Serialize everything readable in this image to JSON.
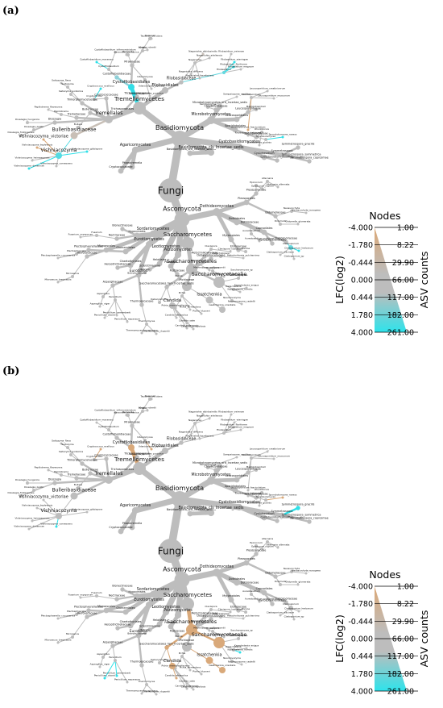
{
  "figure": {
    "panels": [
      {
        "label": "(a)",
        "highlight": {
          "Cystofilobasidiales": "#33dde6",
          "Cystofilobasidium_macerans": "#2fe0e8",
          "Cystofilobasidiaceae": "#8fd0d8",
          "Cryptococcus_aff_ecellicus": "#2fe0e8",
          "Naganishia_albidosimilis": "#c8c0b8",
          "Filobasidium_floriforme": "#2fe0e8",
          "Filobasidium_wieringae": "#2fe0e8",
          "Filobasidium": "#66d8df",
          "Leucosporidium_fasciculatum": "#d9a97a",
          "Sporobolomyces_roseus": "#2fe0e8",
          "Vishniacozyma_victoriae": "#d9a97a",
          "Vishniacozyma_globispora": "#2fe0e8",
          "Vishniacozyma_tephrensis": "#d9a97a",
          "Vishniacozyma": "#55dbe2",
          "Bulleribasidiaceae": "#c8bfb6",
          "Vishniacozyma_dimennae": "#2fe0e8",
          "Cladosporium_herbarum": "#2fe0e8",
          "Cladosporium": "#66d8df"
        }
      },
      {
        "label": "(b)",
        "highlight": {
          "Cystofilobasidiales": "#d9a97a",
          "Udeniomyces_pyricola": "#d9a97a",
          "Cryptococcus_aff_ecellicus": "#d9a97a",
          "Sporobolomyces_roseus": "#d9a97a",
          "Symmetrospora_gracilis": "#2fe0e8",
          "Vishniacozyma_carnescens": "#2fe0e8",
          "Saccharomycetaceae": "#d9a97a",
          "Saccharomycetales_fam_Incertae_sedis": "#d9a97a",
          "Saccharomycetales": "#d9a97a",
          "Candida": "#d9a97a",
          "Candida_ethanolica": "#d9a97a",
          "Issatchenkia": "#d9a97a",
          "Issatchenkia_orientalis": "#d9a97a",
          "Kazachstania_humilis": "#2fe0e8",
          "Penicillium_olsonii": "#2fe0e8",
          "Penicillium_camemberti": "#2fe0e8"
        }
      }
    ],
    "tree": {
      "root": "Fungi",
      "edges": [
        [
          "Fungi",
          "Basidiomycota"
        ],
        [
          "Fungi",
          "Ascomycota"
        ],
        [
          "Basidiomycota",
          "Tremellomycetes"
        ],
        [
          "Basidiomycota",
          "Microbotryomycetes"
        ],
        [
          "Basidiomycota",
          "Cystobasidiomycetes"
        ],
        [
          "Basidiomycota",
          "Basidiomycota_cls_Incertae_sedis"
        ],
        [
          "Basidiomycota",
          "Agaricomycetes"
        ],
        [
          "Tremellomycetes",
          "Tremellales"
        ],
        [
          "Tremellomycetes",
          "Cystofilobasidiales"
        ],
        [
          "Tremellomycetes",
          "Filobasidiales"
        ],
        [
          "Tremellomycetes",
          "Trichosporonales"
        ],
        [
          "Tremellales",
          "Bulleribasidiaceae"
        ],
        [
          "Tremellales",
          "Cryptococcaceae"
        ],
        [
          "Tremellales",
          "Trimorphomycetaceae"
        ],
        [
          "Tremellales",
          "Tremellaceae"
        ],
        [
          "Tremellales",
          "Bulleraceae"
        ],
        [
          "Tremellales",
          "Dioszegia"
        ],
        [
          "Bulleribasidiaceae",
          "Vishniacozyma"
        ],
        [
          "Vishniacozyma",
          "Vishniacozyma_victoriae"
        ],
        [
          "Vishniacozyma",
          "Vishniacozyma_tephrensis"
        ],
        [
          "Vishniacozyma",
          "Vishniacozyma_globispora"
        ],
        [
          "Vishniacozyma",
          "Vishniacozyma_carnescens"
        ],
        [
          "Vishniacozyma",
          "Vishniacozyma_dimennae"
        ],
        [
          "Vishniacozyma",
          "Vishniacozyma_heimaeyensis"
        ],
        [
          "Dioszegia",
          "Dioszegia_fristingensis"
        ],
        [
          "Dioszegia",
          "Dioszegia_hungarica"
        ],
        [
          "Dioszegia",
          "Dioszegia_zsoltii"
        ],
        [
          "Cryptococcaceae",
          "Cryptococcus"
        ],
        [
          "Cryptococcus",
          "Cryptococcus_aff_ecellicus"
        ],
        [
          "Trimorphomycetaceae",
          "Saitozyma"
        ],
        [
          "Saitozyma",
          "Saitozyma_flava"
        ],
        [
          "Trimorphomycetaceae",
          "Saitozyma_podzolica"
        ],
        [
          "Tremellaceae",
          "Papiliotrema"
        ],
        [
          "Papiliotrema",
          "Papiliotrema_flavescens"
        ],
        [
          "Bulleraceae",
          "Bullera"
        ],
        [
          "Cystofilobasidiales",
          "Cystofilobasidiaceae"
        ],
        [
          "Cystofilobasidiales",
          "Mrakiaceae"
        ],
        [
          "Cystofilobasidiaceae",
          "Cystofilobasidium"
        ],
        [
          "Cystofilobasidium",
          "Cystofilobasidium_macerans"
        ],
        [
          "Cystofilobasidium",
          "Cystofilobasidium_infirmominiatum"
        ],
        [
          "Mrakiaceae",
          "Mrakia"
        ],
        [
          "Mrakia",
          "Mrakia_robertii"
        ],
        [
          "Mrakiaceae",
          "Tausonia"
        ],
        [
          "Tausonia",
          "Tausonia_pullulans"
        ],
        [
          "Mrakiaceae",
          "Itersonilia"
        ],
        [
          "Itersonilia",
          "Itersonilia_pannonica"
        ],
        [
          "Mrakiaceae",
          "Udeniomyces"
        ],
        [
          "Udeniomyces",
          "Udeniomyces_pyricola"
        ],
        [
          "Udeniomyces",
          "Udeniomyces_puniceus"
        ],
        [
          "Filobasidiales",
          "Filobasidiaceae"
        ],
        [
          "Filobasidiaceae",
          "Naganishia"
        ],
        [
          "Naganishia",
          "Naganishia_albidosimilis"
        ],
        [
          "Naganishia",
          "Naganishia_adeliensis"
        ],
        [
          "Naganishia",
          "Naganishia_diffluens"
        ],
        [
          "Naganishia",
          "Naganishia_liquefaciens"
        ],
        [
          "Filobasidiaceae",
          "Filobasidium"
        ],
        [
          "Filobasidium",
          "Filobasidium_oeirense"
        ],
        [
          "Filobasidium",
          "Filobasidium_wieringae"
        ],
        [
          "Filobasidium",
          "Filobasidium_magnum"
        ],
        [
          "Filobasidium",
          "Filobasidium_floriforme"
        ],
        [
          "Trichosporonales",
          "Trichosporonaceae"
        ],
        [
          "Trichosporonaceae",
          "Saitozyma_sp"
        ],
        [
          "Microbotryomycetes",
          "Leucosporidiales"
        ],
        [
          "Microbotryomycetes",
          "Sporidiobolales"
        ],
        [
          "Microbotryomycetes",
          "Microbotryomycetes_ord_Incertae_sedis"
        ],
        [
          "Leucosporidiales",
          "Leucosporidiaceae"
        ],
        [
          "Leucosporidiaceae",
          "Leucosporidium"
        ],
        [
          "Leucosporidium",
          "Leucosporidium_fasciculatum"
        ],
        [
          "Leucosporidium",
          "Leucosporidium_creatinivorum"
        ],
        [
          "Leucosporidium",
          "Leucosporidium_muscorum"
        ],
        [
          "Leucosporidiaceae",
          "Mastigobasidium"
        ],
        [
          "Sporidiobolales",
          "Sporidiobolaceae"
        ],
        [
          "Sporidiobolaceae",
          "Sporobolomyces"
        ],
        [
          "Sporobolomyces",
          "Sporobolomyces_roseus"
        ],
        [
          "Sporidiobolaceae",
          "Rhodotorula"
        ],
        [
          "Rhodotorula",
          "Rhodotorula_babjevae"
        ],
        [
          "Rhodotorula",
          "Rhodotorula_glutinis"
        ],
        [
          "Microbotryomycetes_ord_Incertae_sedis",
          "Chrysozymaceae"
        ],
        [
          "Chrysozymaceae",
          "Sampaiozyma"
        ],
        [
          "Sampaiozyma",
          "Sampaiozyma_vanillica"
        ],
        [
          "Cystobasidiomycetes",
          "Symmetrospora"
        ],
        [
          "Symmetrospora",
          "Symmetrospora_gracilis"
        ],
        [
          "Symmetrospora",
          "Symmetrospora_symmetrica"
        ],
        [
          "Symmetrospora",
          "Symmetrospora_coprosmae"
        ],
        [
          "Cystobasidiomycetes",
          "Cystobasidium"
        ],
        [
          "Cystobasidium",
          "Cystobasidium_slooffiae"
        ],
        [
          "Agaricomycetes",
          "Cryptococcus_fam"
        ],
        [
          "Agaricomycetes",
          "Phaeotremella"
        ],
        [
          "Basidiomycota_cls_Incertae_sedis",
          "Basidiomycota_ord_Incertae_sedis"
        ],
        [
          "Ascomycota",
          "Dothideomycetes"
        ],
        [
          "Ascomycota",
          "Saccharomycetes"
        ],
        [
          "Ascomycota",
          "Eurotiomycetes"
        ],
        [
          "Ascomycota",
          "Sordariomycetes"
        ],
        [
          "Ascomycota",
          "Leotiomycetes"
        ],
        [
          "Ascomycota",
          "Pezizomycetes"
        ],
        [
          "Dothideomycetes",
          "Pleosporales"
        ],
        [
          "Dothideomycetes",
          "Capnodiales"
        ],
        [
          "Dothideomycetes",
          "Dothideales"
        ],
        [
          "Dothideomycetes",
          "Myriangiales"
        ],
        [
          "Pleosporales",
          "Didymellaceae"
        ],
        [
          "Pleosporales",
          "Pleosporaceae"
        ],
        [
          "Didymellaceae",
          "Neoascochyta"
        ],
        [
          "Neoascochyta",
          "Neoascochyta_europaea"
        ],
        [
          "Didymellaceae",
          "Didymella"
        ],
        [
          "Didymella",
          "Didymella_glomerata"
        ],
        [
          "Pleosporaceae",
          "Alternaria"
        ],
        [
          "Alternaria",
          "Alternaria_alternata"
        ],
        [
          "Pleosporaceae",
          "Epicoccum"
        ],
        [
          "Epicoccum",
          "Epicoccum_nigrum"
        ],
        [
          "Capnodiales",
          "Cladosporiaceae"
        ],
        [
          "Cladosporiaceae",
          "Cladosporium"
        ],
        [
          "Cladosporium",
          "Cladosporium_herbarum"
        ],
        [
          "Cladosporium",
          "Cladosporium_sp"
        ],
        [
          "Cladosporium",
          "Cladosporium_allicinum"
        ],
        [
          "Capnodiales",
          "Mycosphaerellaceae"
        ],
        [
          "Dothideales",
          "Dothioraceae"
        ],
        [
          "Dothioraceae",
          "Aureobasidium"
        ],
        [
          "Aureobasidium",
          "Aureobasidium_pullulans"
        ],
        [
          "Myriangiales",
          "Elsinoaceae"
        ],
        [
          "Elsinoaceae",
          "Elsinoe"
        ],
        [
          "Saccharomycetes",
          "Saccharomycetales"
        ],
        [
          "Saccharomycetales",
          "Saccharomycetaceae"
        ],
        [
          "Saccharomycetales",
          "Pichiaceae"
        ],
        [
          "Saccharomycetales",
          "Saccharomycetales_fam_Incertae_sedis"
        ],
        [
          "Saccharomycetales",
          "Debaryomycetaceae"
        ],
        [
          "Saccharomycetales",
          "Metschnikowiaceae"
        ],
        [
          "Saccharomycetaceae",
          "Kazachstania"
        ],
        [
          "Kazachstania",
          "Kazachstania_humilis"
        ],
        [
          "Kazachstania",
          "Kazachstania_exigua"
        ],
        [
          "Saccharomycetaceae",
          "Saccharomyces"
        ],
        [
          "Saccharomyces",
          "Saccharomyces_sp"
        ],
        [
          "Saccharomycetaceae",
          "Naumovozyma"
        ],
        [
          "Naumovozyma",
          "Naumovozyma_castellii"
        ],
        [
          "Saccharomycetaceae",
          "Torulaspora"
        ],
        [
          "Torulaspora",
          "Torulaspora_delbrueckii"
        ],
        [
          "Pichiaceae",
          "Issatchenkia"
        ],
        [
          "Issatchenkia",
          "Issatchenkia_orientalis"
        ],
        [
          "Pichiaceae",
          "Pichia"
        ],
        [
          "Pichia",
          "Pichia_kluyveri"
        ],
        [
          "Pichia",
          "Pichia_fermentans"
        ],
        [
          "Pichia",
          "Pichia_membranifaciens"
        ],
        [
          "Saccharomycetales_fam_Incertae_sedis",
          "Candida"
        ],
        [
          "Candida",
          "Candida_ethanolica"
        ],
        [
          "Candida",
          "Candida_sake"
        ],
        [
          "Candida",
          "Candida_railenensis"
        ],
        [
          "Candida",
          "Candida_parapsilosis"
        ],
        [
          "Saccharomycetales_fam_Incertae_sedis",
          "Debaryomyces"
        ],
        [
          "Debaryomycetaceae",
          "Meyerozyma"
        ],
        [
          "Meyerozyma",
          "Meyerozyma_guilliermondii"
        ],
        [
          "Metschnikowiaceae",
          "Metschnikowia"
        ],
        [
          "Metschnikowia",
          "Metschnikowia_pulcherrima"
        ],
        [
          "Metschnikowiaceae",
          "Clavispora"
        ],
        [
          "Clavispora",
          "Clavispora_lusitaniae"
        ],
        [
          "Eurotiomycetes",
          "Eurotiales"
        ],
        [
          "Eurotiomycetes",
          "Chaetothyriales"
        ],
        [
          "Eurotiales",
          "Aspergillaceae"
        ],
        [
          "Aspergillaceae",
          "Penicillium"
        ],
        [
          "Penicillium",
          "Penicillium_olsonii"
        ],
        [
          "Penicillium",
          "Penicillium_camemberti"
        ],
        [
          "Penicillium",
          "Penicillium_expansum"
        ],
        [
          "Aspergillaceae",
          "Aspergillus"
        ],
        [
          "Aspergillus",
          "Aspergillus_niger"
        ],
        [
          "Eurotiales",
          "Thermoascaceae"
        ],
        [
          "Thermoascaceae",
          "Thermomyces"
        ],
        [
          "Thermomyces",
          "Thermomyces_lanuginosus"
        ],
        [
          "Thermomyces",
          "Thermomyces_dupontii"
        ],
        [
          "Chaetothyriales",
          "Herpotrichiellaceae"
        ],
        [
          "Sordariomycetes",
          "Hypocreales"
        ],
        [
          "Sordariomycetes",
          "Microascales"
        ],
        [
          "Sordariomycetes",
          "Glomerellales"
        ],
        [
          "Hypocreales",
          "Nectriaceae"
        ],
        [
          "Nectriaceae",
          "Fusarium"
        ],
        [
          "Fusarium",
          "Fusarium_oxysporum"
        ],
        [
          "Hypocreales",
          "Bionectriaceae"
        ],
        [
          "Microascales",
          "Microascaceae"
        ],
        [
          "Microascaceae",
          "Microascus"
        ],
        [
          "Microascus",
          "Microascus_brevicaulis"
        ],
        [
          "Glomerellales",
          "Plectosphaerellaceae"
        ],
        [
          "Plectosphaerellaceae",
          "Plectosphaerella"
        ],
        [
          "Plectosphaerella",
          "Plectosphaerella_cucumerina"
        ],
        [
          "Leotiomycetes",
          "Helotiales"
        ],
        [
          "Helotiales",
          "Sclerotiniaceae"
        ],
        [
          "Sclerotiniaceae",
          "Botrytis"
        ],
        [
          "Botrytis",
          "Botrytis_cinerea"
        ],
        [
          "Pezizomycetes",
          "Pezizales"
        ],
        [
          "Pezizales",
          "Pezizaceae"
        ],
        [
          "Pezizaceae",
          "Peziza"
        ]
      ]
    },
    "legend": {
      "title": "Nodes",
      "color_axis_label": "LFC(log2)",
      "size_axis_label": "ASV counts",
      "lfc_ticks": [
        "-4.000",
        "-1.780",
        "-0.444",
        "0.000",
        "0.444",
        "1.780",
        "4.000"
      ],
      "count_ticks": [
        "1.00",
        "8.22",
        "29.90",
        "66.00",
        "117.00",
        "182.00",
        "261.00"
      ],
      "colors": {
        "negative": "#dba877",
        "neutral": "#bdbdbd",
        "positive": "#2ee3eb"
      }
    },
    "colors": {
      "node": "#bdbdbd",
      "edge": "#bdbdbd",
      "label": "#111111"
    }
  }
}
